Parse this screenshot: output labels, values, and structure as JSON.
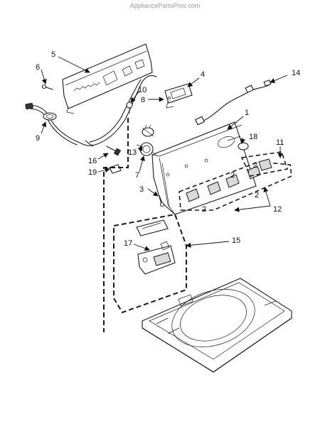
{
  "watermark": "AppliancePartsPros.com",
  "callouts": [
    {
      "id": "c1",
      "label": "1"
    },
    {
      "id": "c2a",
      "label": "2"
    },
    {
      "id": "c2b",
      "label": "2"
    },
    {
      "id": "c2c",
      "label": "2"
    },
    {
      "id": "c2d",
      "label": "2"
    },
    {
      "id": "c3",
      "label": "3"
    },
    {
      "id": "c4",
      "label": "4"
    },
    {
      "id": "c5",
      "label": "5"
    },
    {
      "id": "c6",
      "label": "6"
    },
    {
      "id": "c7",
      "label": "7"
    },
    {
      "id": "c8",
      "label": "8"
    },
    {
      "id": "c9",
      "label": "9"
    },
    {
      "id": "c10",
      "label": "10"
    },
    {
      "id": "c11",
      "label": "11"
    },
    {
      "id": "c12",
      "label": "12"
    },
    {
      "id": "c13",
      "label": "13"
    },
    {
      "id": "c14",
      "label": "14"
    },
    {
      "id": "c15",
      "label": "15"
    },
    {
      "id": "c16",
      "label": "16"
    },
    {
      "id": "c17",
      "label": "17"
    },
    {
      "id": "c18",
      "label": "18"
    },
    {
      "id": "c19",
      "label": "19"
    }
  ]
}
